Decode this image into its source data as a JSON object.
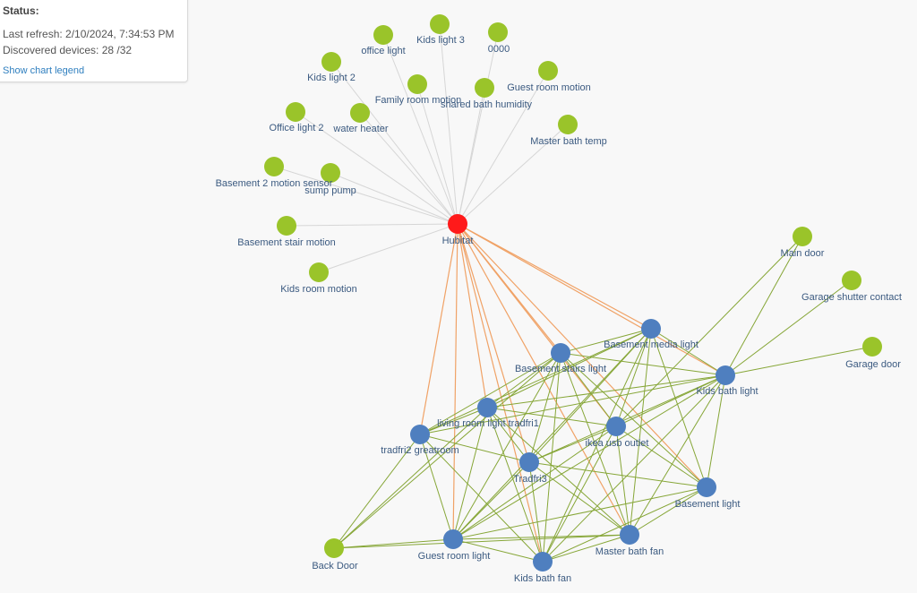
{
  "status": {
    "title": "Status:",
    "last_refresh": "Last refresh: 2/10/2024, 7:34:53 PM",
    "discovered": "Discovered devices: 28 /32",
    "legend_link": "Show chart legend"
  },
  "colors": {
    "hub": "#ff1a1a",
    "zigbee_router": "#4f7fbf",
    "end_device": "#9ac42a",
    "direct_link": "#d6d6d6",
    "hub_router_link": "#f0a266",
    "mesh_link": "#86a637",
    "label": "#3b5a80"
  },
  "graph": {
    "hub": "Hubitat",
    "direct_devices": [
      "office light",
      "Kids light 3",
      "0000",
      "Kids light 2",
      "Guest room motion",
      "Family room motion",
      "shared bath humidity",
      "Office light 2",
      "water heater",
      "Master bath temp",
      "Basement 2 motion sensor",
      "sump pump",
      "Basement stair motion",
      "Kids room motion"
    ],
    "routers": [
      "Basement media light",
      "Basement stairs light",
      "Kids bath light",
      "living room light tradfri1",
      "ikea usb outlet",
      "tradfri2 greatroom",
      "Tradfri3",
      "Basement light",
      "Guest room light",
      "Master bath fan",
      "Kids bath fan"
    ],
    "routed_end_devices": [
      "Main door",
      "Garage shutter contact",
      "Garage door",
      "Back Door"
    ]
  }
}
